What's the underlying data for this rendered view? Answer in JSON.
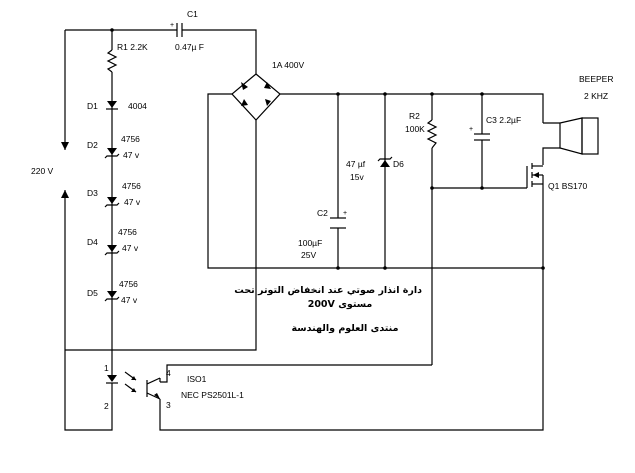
{
  "labels": {
    "c1": "C1",
    "c1_value": "0.47µ F",
    "r1": "R1 2.2K",
    "d1": "D1",
    "d1_value": "4004",
    "d2": "D2",
    "d2_part": "4756",
    "d2_volt": "47 v",
    "d3": "D3",
    "d3_part": "4756",
    "d3_volt": "47 v",
    "d4": "D4",
    "d4_part": "4756",
    "d4_volt": "47 v",
    "d5": "D5",
    "d5_part": "4756",
    "d5_volt": "47 v",
    "mains": "220 V",
    "bridge": "1A 400V",
    "c2_cap": "47 µf",
    "c2_volt": "15v",
    "d6": "D6",
    "c2": "C2",
    "c2_value_cap": "100µF",
    "c2_value_volt": "25V",
    "r2": "R2",
    "r2_value": "100K",
    "c3": "C3  2.2µF",
    "beeper": "BEEPER",
    "beeper_freq": "2 KHZ",
    "q1": "Q1  BS170",
    "iso_pin1": "1",
    "iso_pin2": "2",
    "iso_pin3": "3",
    "iso_pin4": "4",
    "iso_name": "ISO1",
    "iso_part": "NEC PS2501L-1"
  },
  "caption": {
    "line1": "دارة انذار صوتي عند انخفاض التوتر تحت",
    "line2_text": "مستوى",
    "line2_value": "200V",
    "line3": "منتدى العلوم والهندسة"
  }
}
